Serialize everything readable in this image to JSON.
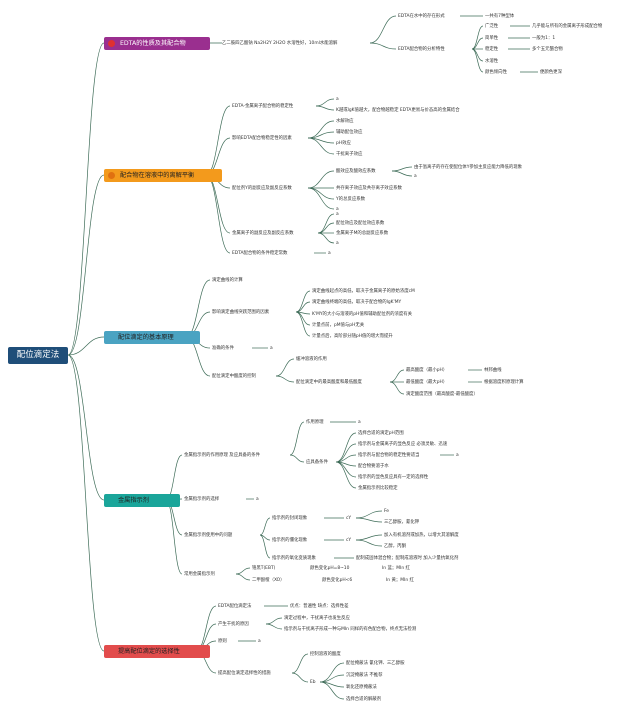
{
  "root": "配位滴定法",
  "colors": {
    "line": "#3d6b57",
    "branch1": "#9a2f8f",
    "branch2": "#f39a1c",
    "branch3": "#4aa3c2",
    "branch4": "#1aa59a",
    "branch5": "#e24c4c"
  },
  "branches": [
    {
      "label": "EDTA的性质及其配合物",
      "icon": "red-circle-icon"
    },
    {
      "label": "配合物在溶液中的离解平衡",
      "icon": "orange-circle-icon"
    },
    {
      "label": "配位滴定的基本原理",
      "icon": ""
    },
    {
      "label": "金属指示剂",
      "icon": ""
    },
    {
      "label": "提高配位滴定的选择性",
      "icon": ""
    }
  ],
  "b1": {
    "desc": "乙二胺四乙酸钠 Na2H2Y 2H2O 水溶性好，10ml水能溶解",
    "form": "EDTA在水中的存在形式",
    "form_val": "一共有7种型体",
    "props": "EDTA配合物的分析特性",
    "items": [
      "广泛性",
      "简单性",
      "稳定性",
      "水溶性",
      "颜色倾向性"
    ],
    "item_vals": [
      "几乎能与所有的金属离子形成配合物",
      "一般为1：1",
      "多个五元螯合物",
      "",
      "便颜色更深"
    ]
  },
  "b2": {
    "n1": "EDTA-金属离子配合物的稳定性",
    "n1a": "a",
    "n1b": "K越或lgK值越大，配合物越稳定 EDTA更易与价态高的金属结合",
    "n2": "影响EDTA配合物稳定性的因素",
    "n2_items": [
      "水解效应",
      "辅助配位效应",
      "pH效应",
      "干扰离子效应"
    ],
    "n3": "配位剂Y的副反应及副反应系数",
    "n3a": "酸效应及酸效应系数",
    "n3a1": "由于氢离子的存在使配位体Y参加主反应能力降低的现象",
    "n3a2": "a",
    "n3b": "共存离子效应及共存离子效应系数",
    "n3c": "Y的总反应系数",
    "n3d": "a",
    "n4": "金属离子的副反应及副反应系数",
    "n4a": "a",
    "n4b": "配位效应及配位效应系数",
    "n4c": "金属离子M的总副反应系数",
    "n4d": "a",
    "n5": "EDTA配合物的条件稳定常数",
    "n5a": "a"
  },
  "b3": {
    "n1": "滴定曲线的计算",
    "n2": "影响滴定曲线突跃范围的因素",
    "n2_items": [
      "滴定曲线起点的高低，取决于金属离子的原始浓度cM",
      "滴定曲线终端的高低，取决于配合物的lgK'MY",
      "K'MY的大小与溶液的pH值和辅助配位剂的浓度有关",
      "计量点前，pM值与pH无关",
      "计量点后，高阶部分随pH值的增大而提升"
    ],
    "n3": "准确的条件",
    "n3a": "a",
    "n4": "配位滴定中酸度的控制",
    "n4a": "缓冲溶液的作用",
    "n4b": "配位滴定中的最高酸度和最低酸度",
    "n4b_items": [
      "最高酸度（最小pH）",
      "最低酸度（最大pH）",
      "滴定酸度范围（最高酸度-最低酸度）"
    ],
    "n4b_vals": [
      "林邦曲线",
      "根据溶度积原理计算",
      ""
    ]
  },
  "b4": {
    "n1": "金属指示剂的作用原理 及应具备的条件",
    "n1a": "作用原理",
    "n1a1": "a",
    "n1b": "应具备条件",
    "n1b_items": [
      "选择合适的滴定pH范围",
      "指示剂与金属离子的显色反应 必须灵敏、迅速",
      "指示剂与配合物的稳定性要适当",
      "配合物要溶于水",
      "指示剂的显色反应具有一定的选择性",
      "金属指示剂比较稳定"
    ],
    "n1b_a": "a",
    "n2": "金属指示剂的选择",
    "n2a": "a",
    "n3": "金属指示剂使用中的问题",
    "n3a": "指示剂的封闭现象",
    "n3a1": "cY",
    "n3a_items": [
      "Fe",
      "三乙醇胺，氰化钾"
    ],
    "n3b": "指示剂的僵化现象",
    "n3b1": "cY",
    "n3b_items": [
      "加入有机溶剂或加热，以增大其溶解度",
      "乙醇，丙酮"
    ],
    "n3c": "指示剂的氧化变质现象",
    "n3c1": "配制成固体混合物；配制成溶液时 加入少量抗氧化剂",
    "n4": "常用金属指示剂",
    "n4a": "铬黑T(EBT)",
    "n4a1": "颜色变化pH=8~10",
    "n4a2": "In 蓝；MIn 红",
    "n4b": "二甲酚橙（XO）",
    "n4b1": "颜色变化pH<6",
    "n4b2": "In 黄；MIn 红"
  },
  "b5": {
    "n1": "EDTA配位滴定法",
    "n1a": "优点：普遍性 缺点：选择性差",
    "n2": "产生干扰的原因",
    "n2a": "滴定过程中，干扰离子也发生反应",
    "n2b": "指示剂与干扰离子形成一种与MIn 同样的有色配合物，终点无法检测",
    "n3": "原则",
    "n3a": "a",
    "n4": "提高配位滴定选择性的措施",
    "n4a": "控制溶液的酸度",
    "n4b": "Eb",
    "n4b_items": [
      "配位掩蔽法 氰化钾、三乙醇胺",
      "沉淀掩蔽法 不推荐",
      "氧化还原掩蔽法",
      "选择合适的解蔽剂"
    ]
  }
}
